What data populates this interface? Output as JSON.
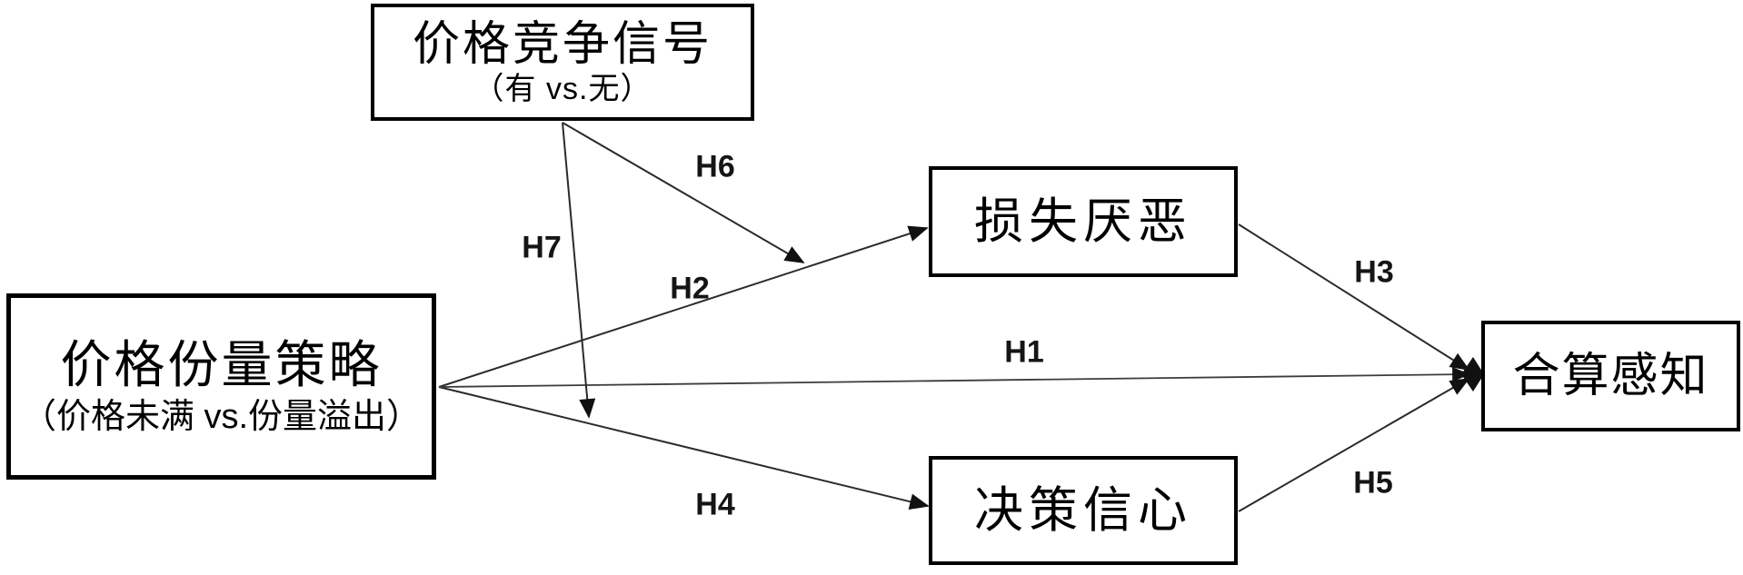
{
  "diagram": {
    "type": "path-model",
    "nodes": {
      "price_competition_signal": {
        "title": "价格竞争信号",
        "subtitle": "（有 vs.无）"
      },
      "price_portion_strategy": {
        "title": "价格份量策略",
        "subtitle": "（价格未满 vs.份量溢出）"
      },
      "loss_aversion": {
        "title": "损失厌恶"
      },
      "decision_confidence": {
        "title": "决策信心"
      },
      "bargain_perception": {
        "title": "合算感知"
      }
    },
    "path_labels": {
      "h1": "H1",
      "h2": "H2",
      "h3": "H3",
      "h4": "H4",
      "h5": "H5",
      "h6": "H6",
      "h7": "H7"
    },
    "edges": [
      {
        "id": "H1",
        "from": "price_portion_strategy",
        "to": "bargain_perception"
      },
      {
        "id": "H2",
        "from": "price_portion_strategy",
        "to": "loss_aversion"
      },
      {
        "id": "H3",
        "from": "loss_aversion",
        "to": "bargain_perception"
      },
      {
        "id": "H4",
        "from": "price_portion_strategy",
        "to": "decision_confidence"
      },
      {
        "id": "H5",
        "from": "decision_confidence",
        "to": "bargain_perception"
      },
      {
        "id": "H6",
        "from": "price_competition_signal",
        "to": "path-H2"
      },
      {
        "id": "H7",
        "from": "price_competition_signal",
        "to": "path-H4"
      }
    ],
    "colors": {
      "line": "#2b2b2b",
      "box_border": "#000000",
      "background": "#ffffff",
      "text": "#000000"
    }
  }
}
